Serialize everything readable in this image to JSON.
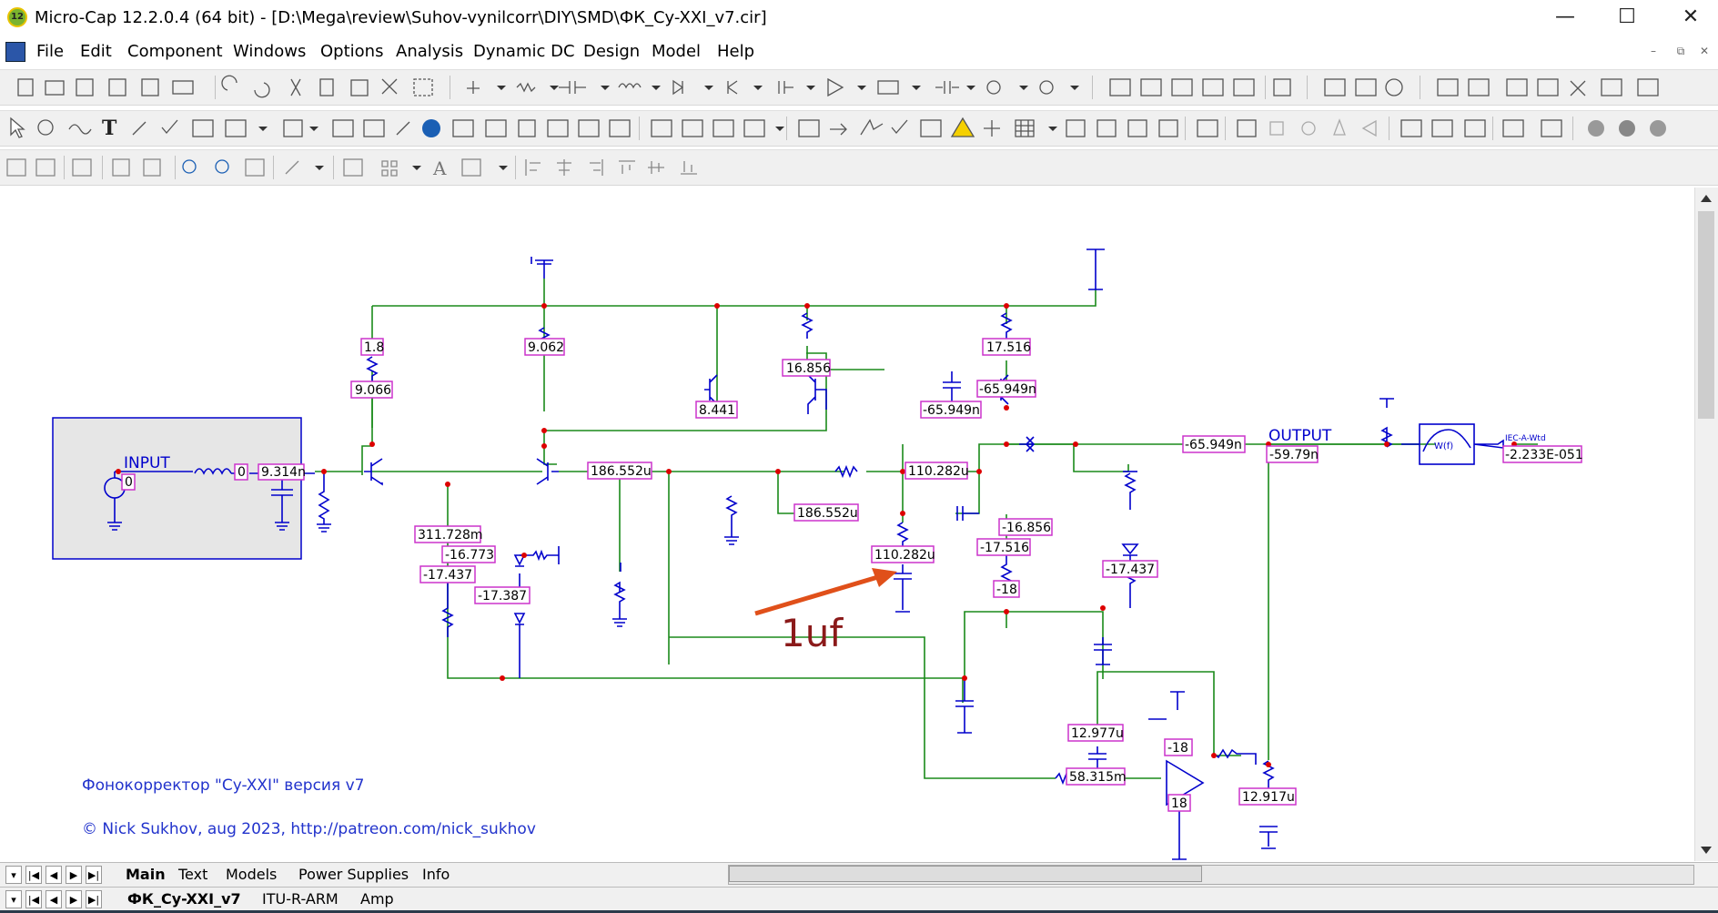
{
  "app": {
    "badge": "12",
    "title": "Micro-Cap 12.2.0.4 (64 bit) - [D:\\Mega\\review\\Suhov-vynilcorr\\DIY\\SMD\\ФК_Cy-XXI_v7.cir]"
  },
  "window_controls": {
    "minimize": "—",
    "maximize": "☐",
    "close": "✕"
  },
  "menu": [
    "File",
    "Edit",
    "Component",
    "Windows",
    "Options",
    "Analysis",
    "Dynamic DC",
    "Design",
    "Model",
    "Help"
  ],
  "mdi_controls": [
    "–",
    "⧉",
    "✕"
  ],
  "schematic": {
    "input_label": "INPUT",
    "output_label": "OUTPUT",
    "annotation": "1uf",
    "footer_title": "Фонокорректор \"Cy-XXI\" версия v7",
    "footer_credit": "© Nick Sukhov, aug 2023, http://patreon.com/nick_sukhov",
    "filter_label": "W(f)",
    "iec_label": "IEC-A-Wtd",
    "values": [
      "0",
      "0",
      "9.314n",
      "1.8",
      "9.066",
      "9.062",
      "8.441",
      "16.856",
      "17.516",
      "-65.949n",
      "-65.949n",
      "186.552u",
      "110.282u",
      "186.552u",
      "110.282u",
      "311.728m",
      "-16.773",
      "-17.437",
      "-17.387",
      "-16.856",
      "-17.516",
      "-18",
      "-17.437",
      "-65.949n",
      "-59.79n",
      "-2.233E-051",
      "12.977u",
      "58.315m",
      "-18",
      "18",
      "12.917u"
    ]
  },
  "tabs_row1": [
    {
      "label": "Main",
      "active": true
    },
    {
      "label": "Text",
      "active": false
    },
    {
      "label": "Models",
      "active": false
    },
    {
      "label": "Power Supplies",
      "active": false
    },
    {
      "label": "Info",
      "active": false
    }
  ],
  "tabs_row2": [
    {
      "label": "ФК_Cy-XXI_v7",
      "active": true
    },
    {
      "label": "ITU-R-ARM",
      "active": false
    },
    {
      "label": "Amp",
      "active": false
    }
  ],
  "colors": {
    "wire": "#1a8a1a",
    "component": "#0000cc",
    "label_border": "#cc33cc",
    "node": "#dd0000",
    "annotation": "#8b1a1a",
    "arrow": "#e0501a",
    "input_box": "#e6e6e6"
  }
}
